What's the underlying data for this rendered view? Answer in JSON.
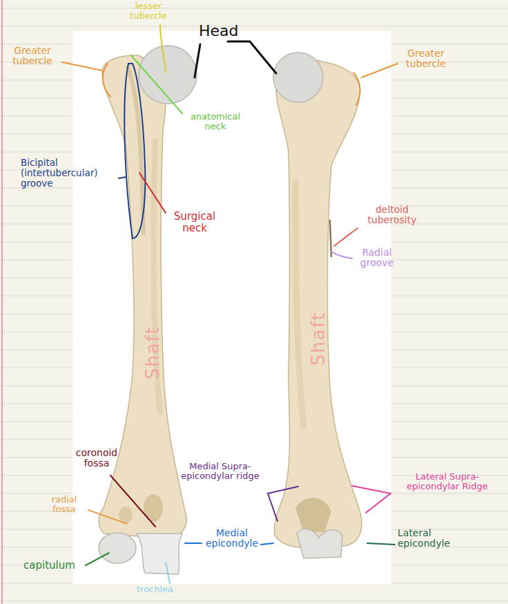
{
  "diagram": {
    "labels": [
      "lesser tubercle",
      "Head",
      "Greater tubercle",
      "Greater tubercle",
      "anatomical neck",
      "Bicipital (intertubercular) groove",
      "Surgical neck",
      "deltoid tuberosity",
      "Radial groove",
      "Shaft",
      "Shaft",
      "coronoid fossa",
      "Medial Supra-epicondylar ridge",
      "Lateral Supra-epicondylar Ridge",
      "radial fossa",
      "Medial epicondyle",
      "Lateral epicondyle",
      "capitulum",
      "trochlea"
    ]
  }
}
